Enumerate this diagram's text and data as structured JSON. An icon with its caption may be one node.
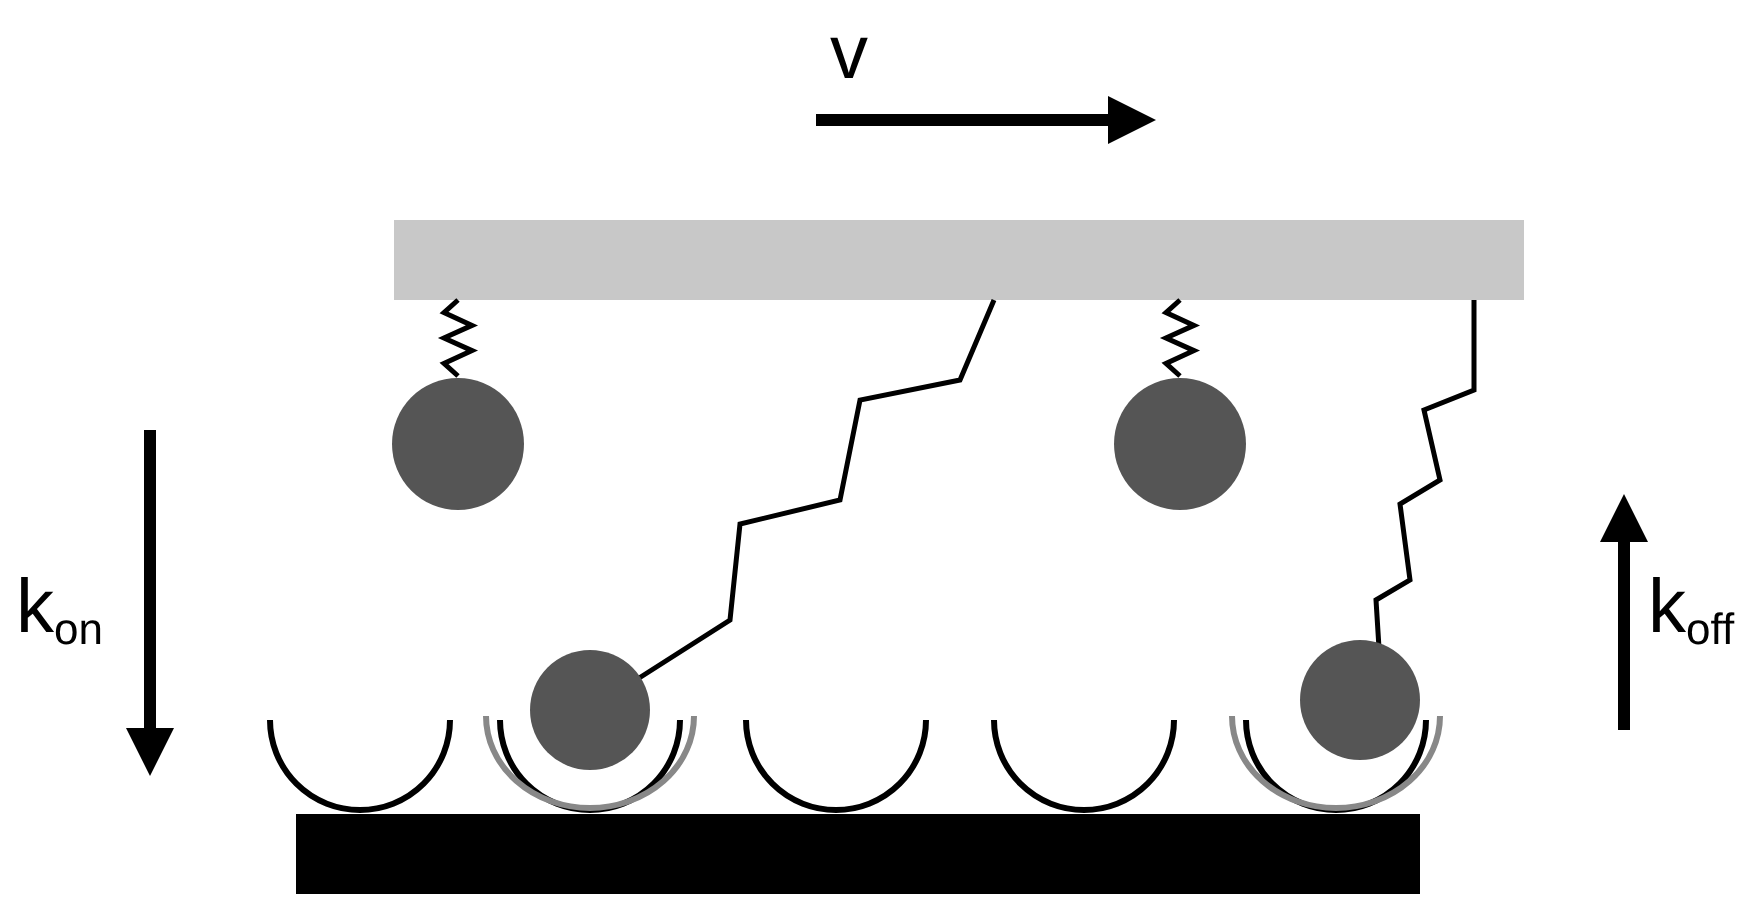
{
  "diagram": {
    "labels": [
      "v",
      "k$_{on}$",
      "k$_{off}$"
    ]
  }
}
